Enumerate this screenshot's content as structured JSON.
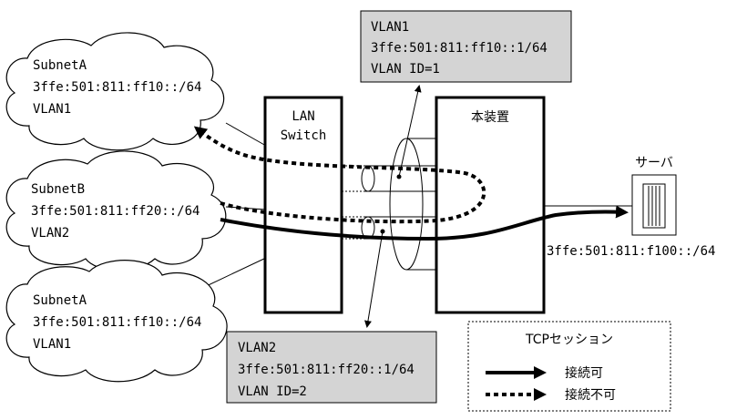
{
  "clouds": [
    {
      "name": "SubnetA",
      "prefix": "3ffe:501:811:ff10::/64",
      "vlan": "VLAN1"
    },
    {
      "name": "SubnetB",
      "prefix": "3ffe:501:811:ff20::/64",
      "vlan": "VLAN2"
    },
    {
      "name": "SubnetA",
      "prefix": "3ffe:501:811:ff10::/64",
      "vlan": "VLAN1"
    }
  ],
  "lan_switch": {
    "line1": "LAN",
    "line2": "Switch"
  },
  "device": {
    "label": "本装置"
  },
  "server": {
    "label": "サーバ",
    "address": "3ffe:501:811:f100::/64"
  },
  "vlan_boxes": {
    "top": {
      "line1": "VLAN1",
      "line2": "3ffe:501:811:ff10::1/64",
      "line3": "VLAN ID=1"
    },
    "bottom": {
      "line1": "VLAN2",
      "line2": "3ffe:501:811:ff20::1/64",
      "line3": "VLAN ID=2"
    }
  },
  "legend": {
    "title": "TCPセッション",
    "solid_label": "接続可",
    "dotted_label": "接続不可"
  },
  "colors": {
    "box_fill": "#d4d4d4",
    "stroke": "#000000",
    "background": "#ffffff"
  }
}
